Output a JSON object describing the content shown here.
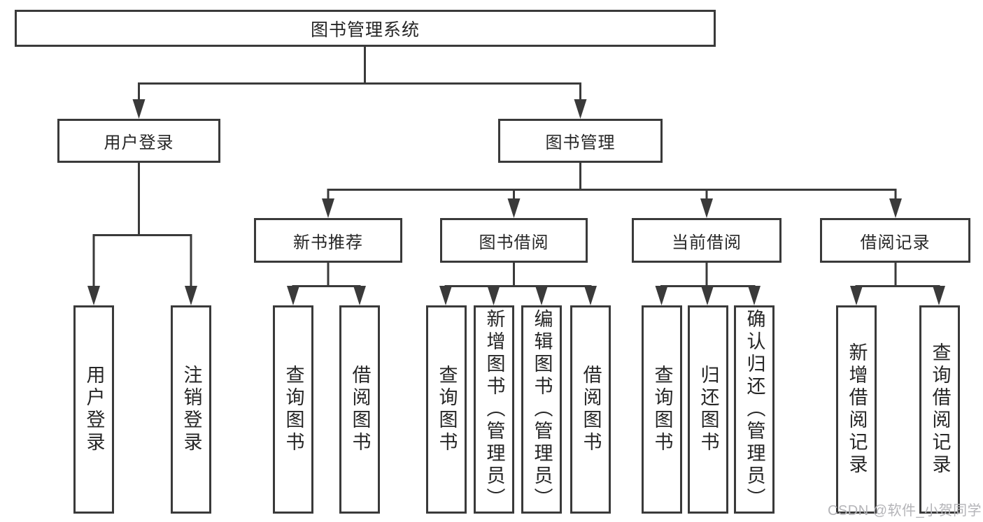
{
  "diagram_title": "图书管理系统",
  "nodes": {
    "root": "图书管理系统",
    "user_login": "用户登录",
    "book_mgmt": "图书管理",
    "new_book_rec": "新书推荐",
    "book_borrow": "图书借阅",
    "cur_borrow": "当前借阅",
    "borrow_rec": "借阅记录",
    "leaf_user_login": "用户登录",
    "leaf_logout": "注销登录",
    "leaf_query_book_1": "查询图书",
    "leaf_borrow_book_1": "借阅图书",
    "leaf_query_book_2": "查询图书",
    "leaf_add_book": "新增图书（管理员）",
    "leaf_edit_book": "编辑图书（管理员）",
    "leaf_borrow_book_2": "借阅图书",
    "leaf_query_book_3": "查询图书",
    "leaf_return_book": "归还图书",
    "leaf_confirm_return": "确认归还（管理员）",
    "leaf_add_record": "新增借阅记录",
    "leaf_query_record": "查询借阅记录"
  },
  "hierarchy": {
    "图书管理系统": {
      "用户登录": [
        "用户登录",
        "注销登录"
      ],
      "图书管理": {
        "新书推荐": [
          "查询图书",
          "借阅图书"
        ],
        "图书借阅": [
          "查询图书",
          "新增图书（管理员）",
          "编辑图书（管理员）",
          "借阅图书"
        ],
        "当前借阅": [
          "查询图书",
          "归还图书",
          "确认归还（管理员）"
        ],
        "借阅记录": [
          "新增借阅记录",
          "查询借阅记录"
        ]
      }
    }
  },
  "watermark": "CSDN @软件_小贺同学",
  "colors": {
    "line": "#3a3a3a",
    "text": "#262626",
    "watermark": "#b4b4b8",
    "background": "#ffffff"
  }
}
